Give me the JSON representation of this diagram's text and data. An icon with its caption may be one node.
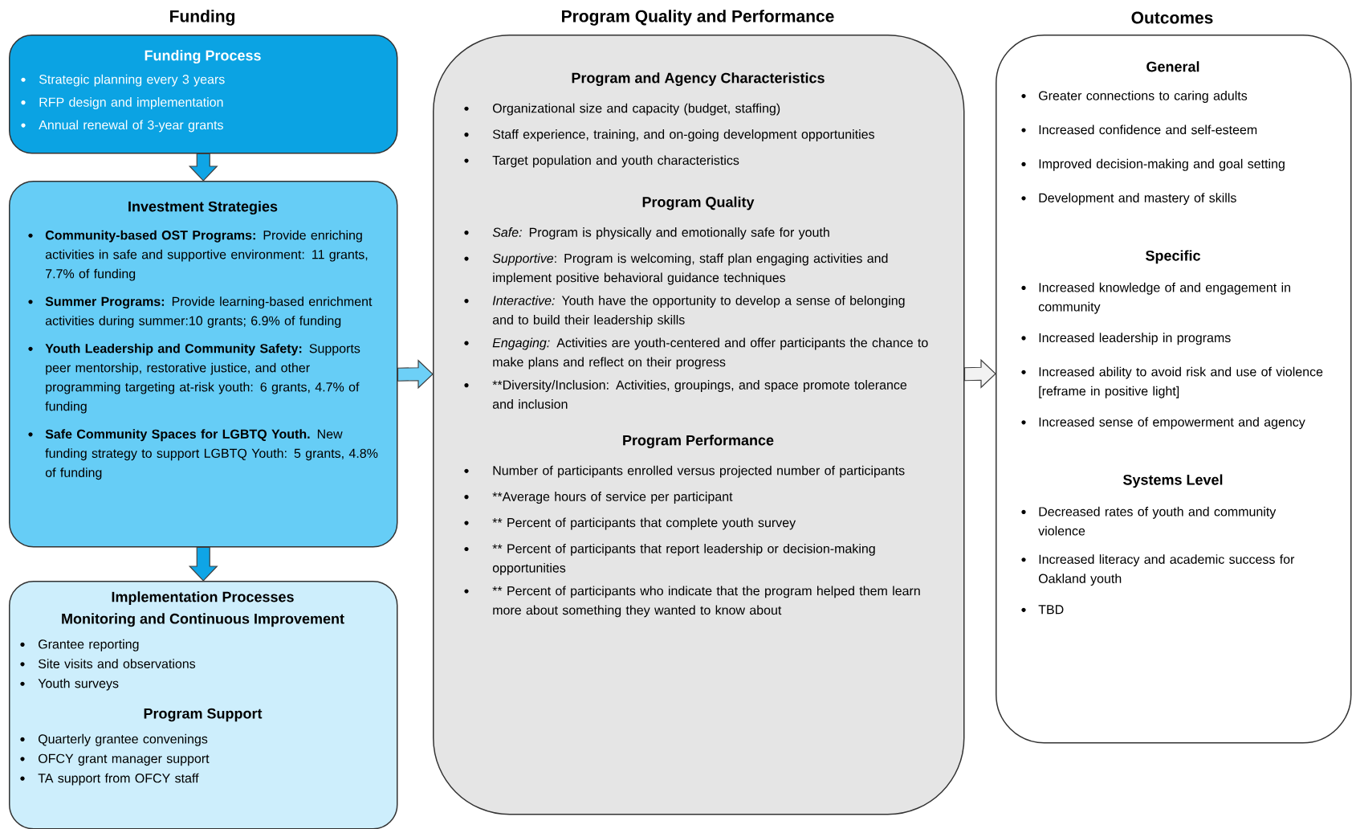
{
  "diagram": {
    "nodes": [
      {
        "text": [
          "Funding Process",
          "Strategic planning every 3 years",
          "RFP design and implementation",
          "Annual renewal of 3-year grants"
        ]
      },
      {
        "text": [
          "Investment Strategies",
          "**Community-based OST Programs:** Provide enriching activities in safe and supportive environment: 11 grants, 7.7% of funding",
          "**Summer Programs:** Provide learning-based enrichment activities during summer:10 grants; 6.9% of funding",
          "**Youth Leadership and Community Safety:** Supports peer mentorship, restorative justice, and other programming targeting at-risk youth: 6 grants, 4.7% of funding",
          "**Safe Community Spaces for LGBTQ Youth.** New funding strategy to support LGBTQ Youth: 5 grants, 4.8% of funding"
        ]
      },
      {
        "text": [
          "Implementation Processes",
          "Monitoring and Continuous Improvement",
          "Grantee reporting",
          "Site visits and observations",
          "Youth surveys",
          "Program Support",
          "Quarterly grantee convenings",
          "OFCY grant manager support",
          "TA support from OFCY staff"
        ]
      },
      {
        "text": [
          "Program and Agency Characteristics",
          "Organizational size and capacity (budget, staffing)",
          "Staff experience, training, and on-going development opportunities",
          "Target population and youth characteristics",
          "Program Quality",
          "*Safe:* Program is physically and emotionally safe for youth",
          "*Supportive*: Program is welcoming, staff plan engaging activities and implement positive behavioral guidance techniques",
          "*Interactive:* Youth have the opportunity to develop a sense of belonging and to build their leadership skills",
          "*Engaging:* Activities are youth-centered and offer participants the chance to make plans and reflect on their progress",
          "**Diversity/Inclusion: Activities, groupings, and space promote tolerance and inclusion",
          "Program Performance",
          "Number of participants enrolled versus projected number of participants",
          "**Average hours of service per participant",
          "** Percent of participants that complete youth survey",
          "** Percent of participants that report leadership or decision-making opportunities",
          "** Percent of participants who indicate that the program helped them learn more about something they wanted to know about"
        ]
      },
      {
        "text": [
          "General",
          "Greater connections to caring adults",
          "Increased confidence and self-esteem",
          "Improved decision-making and goal setting",
          "Development and mastery of skills",
          "Specific",
          "Increased knowledge of and engagement in community",
          "Increased leadership in programs",
          "Increased ability to avoid risk and use of violence [reframe in positive light]",
          "Increased sense of empowerment and agency",
          "Systems Level",
          "Decreased rates of youth and community violence",
          "Increased literacy and academic success for Oakland youth",
          "TBD"
        ]
      }
    ],
    "edges": [
      {
        "from": 0,
        "to": 1,
        "arrow": "to"
      },
      {
        "from": 1,
        "to": 2,
        "arrow": "to"
      },
      {
        "from": 1,
        "to": 3,
        "arrow": "to",
        "color": "#6dd0f7"
      },
      {
        "from": 3,
        "to": 4,
        "arrow": "to",
        "color": "#f2f2f2"
      }
    ],
    "labels": [
      "Funding",
      "Program Quality and Performance",
      "Outcomes"
    ]
  }
}
